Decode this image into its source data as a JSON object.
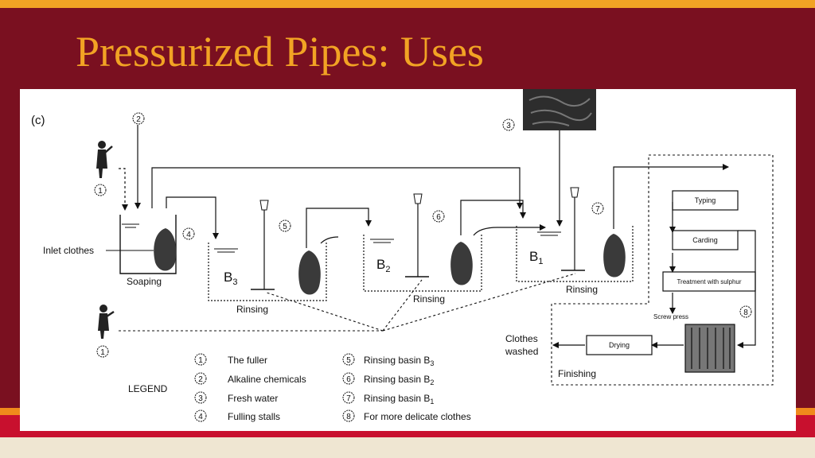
{
  "slide": {
    "title": "Pressurized Pipes: Uses",
    "colors": {
      "background": "#7a1020",
      "title": "#f2a324",
      "stripe_orange": "#f08a1c",
      "stripe_red": "#c8102e",
      "bottom_band": "#efe6d2"
    }
  },
  "diagram": {
    "panel_label": "(c)",
    "markers": [
      "1",
      "2",
      "3",
      "4",
      "5",
      "6",
      "7",
      "8"
    ],
    "labels": {
      "inlet": "Inlet clothes",
      "soaping": "Soaping",
      "b3": "B",
      "b3_sub": "3",
      "b2": "B",
      "b2_sub": "2",
      "b1": "B",
      "b1_sub": "1",
      "rinsing_1": "Rinsing",
      "rinsing_2": "Rinsing",
      "rinsing_3": "Rinsing",
      "clothes_washed_1": "Clothes",
      "clothes_washed_2": "washed",
      "finishing": "Finishing",
      "typing": "Typing",
      "carding": "Carding",
      "sulphur": "Treatment with sulphur",
      "screw_press": "Screw press",
      "drying": "Drying"
    },
    "legend": {
      "title": "LEGEND",
      "items": [
        {
          "num": "1",
          "text": "The fuller",
          "sub": ""
        },
        {
          "num": "2",
          "text": "Alkaline chemicals",
          "sub": ""
        },
        {
          "num": "3",
          "text": "Fresh water",
          "sub": ""
        },
        {
          "num": "4",
          "text": "Fulling stalls",
          "sub": ""
        },
        {
          "num": "5",
          "text": "Rinsing basin B",
          "sub": "3"
        },
        {
          "num": "6",
          "text": "Rinsing basin B",
          "sub": "2"
        },
        {
          "num": "7",
          "text": "Rinsing basin B",
          "sub": "1"
        },
        {
          "num": "8",
          "text": "For more delicate clothes",
          "sub": ""
        }
      ]
    }
  }
}
